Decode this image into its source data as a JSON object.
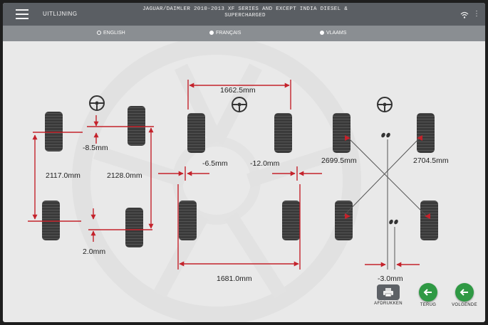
{
  "app": {
    "section_title": "UITLIJNING",
    "vehicle_line1": "JAGUAR/DAIMLER 2010-2013 XF SERIES AND EXCEPT INDIA DIESEL &",
    "vehicle_line2": "SUPERCHARGED"
  },
  "languages": [
    {
      "label": "ENGLISH",
      "selected": false
    },
    {
      "label": "FRANÇAIS",
      "selected": true
    },
    {
      "label": "VLAAMS",
      "selected": true
    }
  ],
  "measurements": {
    "camber_front": "-8.5mm",
    "camber_rear": "2.0mm",
    "wheelbase_left": "2117.0mm",
    "wheelbase_right": "2128.0mm",
    "track_front": "1662.5mm",
    "toe_front_left": "-6.5mm",
    "toe_front_right": "-12.0mm",
    "track_rear": "1681.0mm",
    "diagonal_left": "2699.5mm",
    "diagonal_right": "2704.5mm",
    "setback": "-3.0mm"
  },
  "buttons": {
    "print": "AFDRUKKEN",
    "back": "TERUG",
    "next": "VOLGENDE"
  },
  "colors": {
    "arrow": "#c4222b",
    "tire": "#3a3a3a",
    "button_green": "#2f9944",
    "titlebar": "#5a5e63",
    "langbar": "#8a8e92"
  },
  "icons": [
    "menu-icon",
    "wifi-icon",
    "more-vertical-icon",
    "steering-wheel-icon",
    "printer-icon",
    "arrow-left-icon"
  ]
}
